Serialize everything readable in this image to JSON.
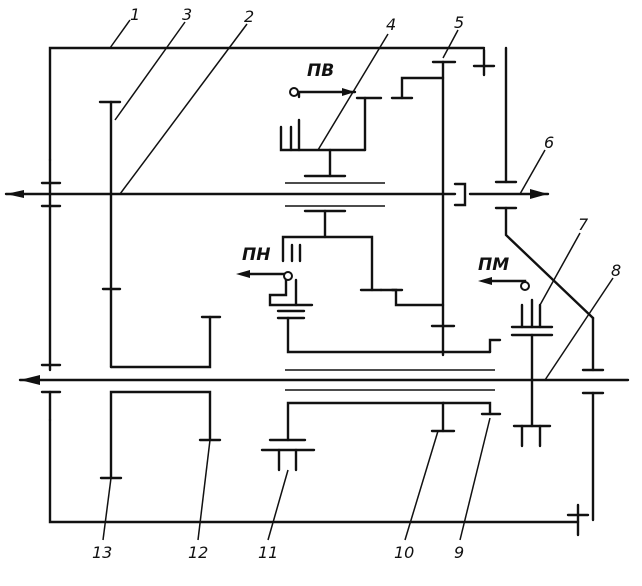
{
  "labels": {
    "n1": "1",
    "n2": "2",
    "n3": "3",
    "n4": "4",
    "n5": "5",
    "n6": "6",
    "n7": "7",
    "n8": "8",
    "n9": "9",
    "n10": "10",
    "n11": "11",
    "n12": "12",
    "n13": "13"
  },
  "controls": {
    "pv": "ПВ",
    "pn": "ПН",
    "pm": "ПМ"
  }
}
